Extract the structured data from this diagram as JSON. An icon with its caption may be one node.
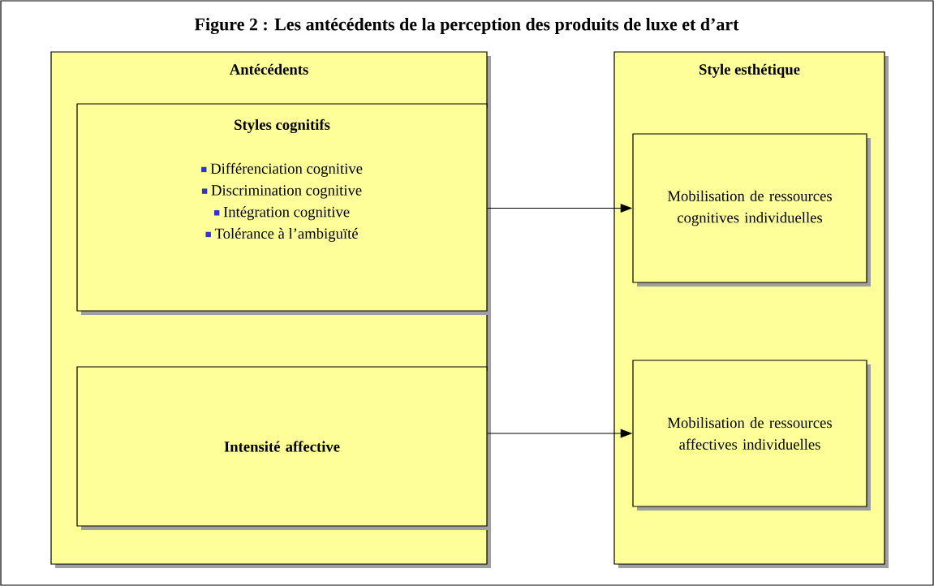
{
  "diagram": {
    "title": "Figure 2 : Les antécédents de la perception des produits de luxe et d’art",
    "nodes": [
      {
        "text": [
          "Antécédents"
        ]
      },
      {
        "text": [
          "Styles cognitifs",
          "Différenciation cognitive",
          "Discrimination cognitive",
          "Intégration cognitive",
          "Tolérance à l’ambiguïté"
        ],
        "in": 0
      },
      {
        "text": [
          "Intensité affective"
        ],
        "in": 0
      },
      {
        "text": [
          "Style esthétique"
        ]
      },
      {
        "text": [
          "Mobilisation de ressources cognitives individuelles"
        ],
        "in": 3
      },
      {
        "text": [
          "Mobilisation de ressources affectives individuelles"
        ],
        "in": 3
      }
    ],
    "edges": [
      {
        "from": 1,
        "to": 4,
        "arrow": "to"
      },
      {
        "from": 2,
        "to": 5,
        "arrow": "to"
      }
    ]
  }
}
